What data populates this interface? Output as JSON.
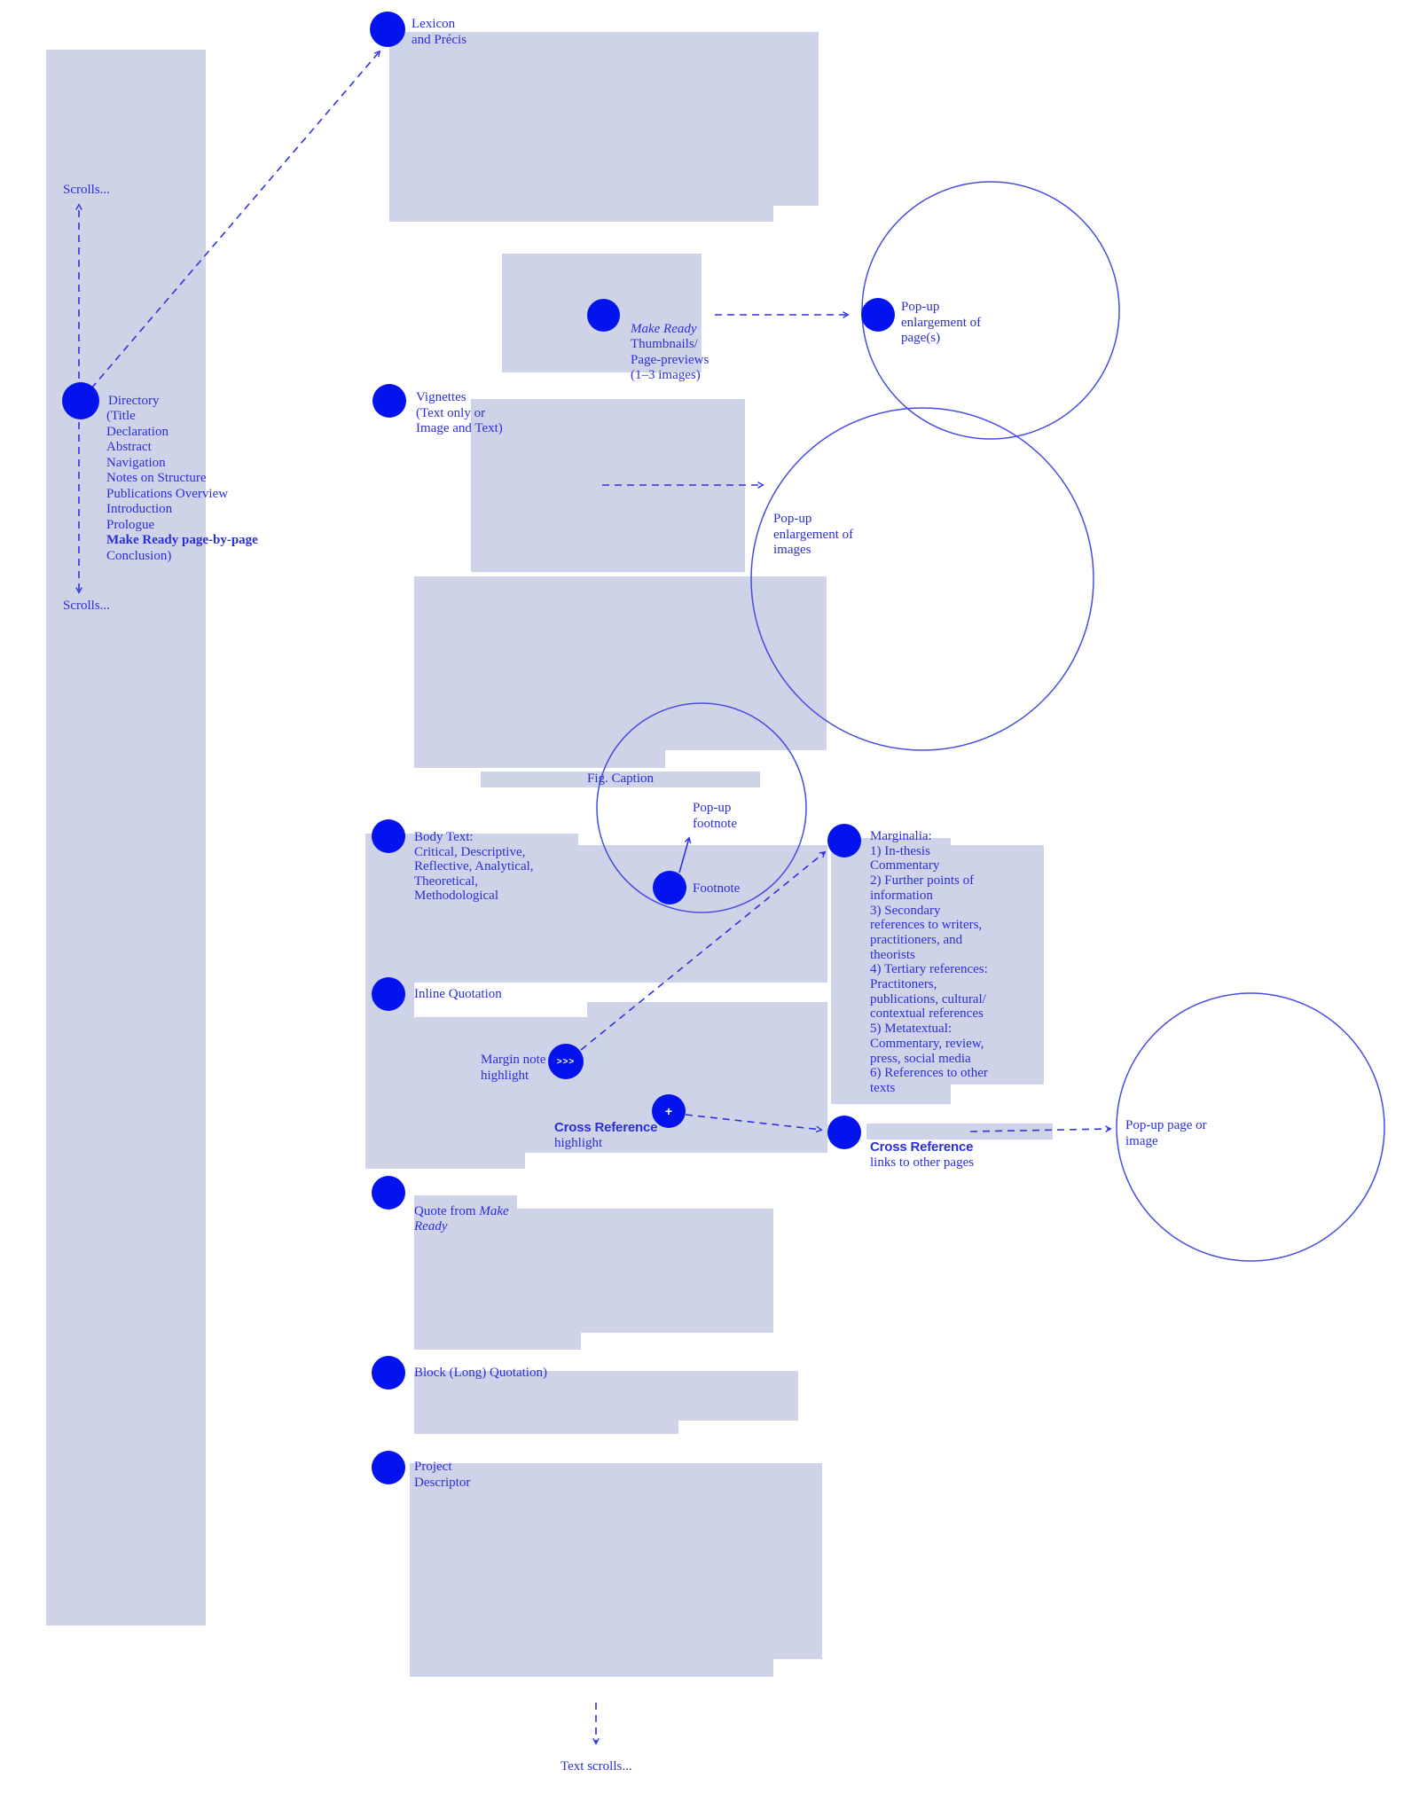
{
  "palette": {
    "dot_blue": "#0213ee",
    "text_blue": "#2a2ed8",
    "circle_stroke_blue": "#464ce2",
    "arrow_blue": "#2e34de",
    "lavender_block": "#cfd3e8",
    "background": "#ffffff"
  },
  "sidebar": {
    "scrolls_top": "Scrolls...",
    "scrolls_bottom": "Scrolls...",
    "directory": {
      "label": "Directory",
      "items_pre": [
        "(Title",
        "Declaration",
        "Abstract",
        "Navigation",
        "Notes on Structure",
        "Publications Overview",
        "Introduction",
        "Prologue"
      ],
      "item_bold": "Make Ready page-by-page",
      "item_post": "Conclusion)"
    }
  },
  "nodes": {
    "lexicon": {
      "lines": [
        "Lexicon",
        "and Précis"
      ]
    },
    "make_ready_thumbs": {
      "italic": "Make Ready",
      "lines": [
        "Thumbnails/",
        "Page-previews",
        "(1–3 images)"
      ]
    },
    "popup_pages": {
      "lines": [
        "Pop-up",
        "enlargement of",
        "page(s)"
      ]
    },
    "vignettes": {
      "lines": [
        "Vignettes",
        "(Text only or",
        "Image and Text)"
      ]
    },
    "popup_images": {
      "lines": [
        "Pop-up",
        "enlargement of",
        "images"
      ]
    },
    "fig_caption": "Fig. Caption",
    "popup_footnote": {
      "lines": [
        "Pop-up",
        "footnote"
      ]
    },
    "footnote": "Footnote",
    "body_text": {
      "lines": [
        "Body Text:",
        "Critical, Descriptive,",
        "Reflective, Analytical,",
        "Theoretical,",
        "Methodological"
      ]
    },
    "inline_quotation": "Inline Quotation",
    "margin_note": {
      "lines": [
        "Margin note",
        "highlight"
      ],
      "dot_glyph": ">>>"
    },
    "cross_ref_highlight": {
      "bold": "Cross Reference",
      "normal": "highlight",
      "dot_glyph": "+"
    },
    "marginalia": {
      "lines": [
        "Marginalia:",
        "1) In-thesis",
        "Commentary",
        "2) Further points of",
        "information",
        "3) Secondary",
        "references to writers,",
        "practitioners, and",
        "theorists",
        "4) Tertiary references:",
        "Practitoners,",
        "publications, cultural/",
        "contextual references",
        "5) Metatextual:",
        "Commentary, review,",
        "press, social media",
        "6) References to other",
        "texts"
      ]
    },
    "cross_ref_links": {
      "bold": "Cross Reference",
      "normal": "links to other pages"
    },
    "popup_page_or_image": {
      "lines": [
        "Pop-up page or",
        "image"
      ]
    },
    "quote_from": {
      "prefix": "Quote from ",
      "italic1": "Make",
      "italic2": "Ready"
    },
    "block_quotation": "Block (Long) Quotation)",
    "project_descriptor": {
      "lines": [
        "Project",
        "Descriptor"
      ]
    },
    "text_scrolls": "Text scrolls..."
  }
}
